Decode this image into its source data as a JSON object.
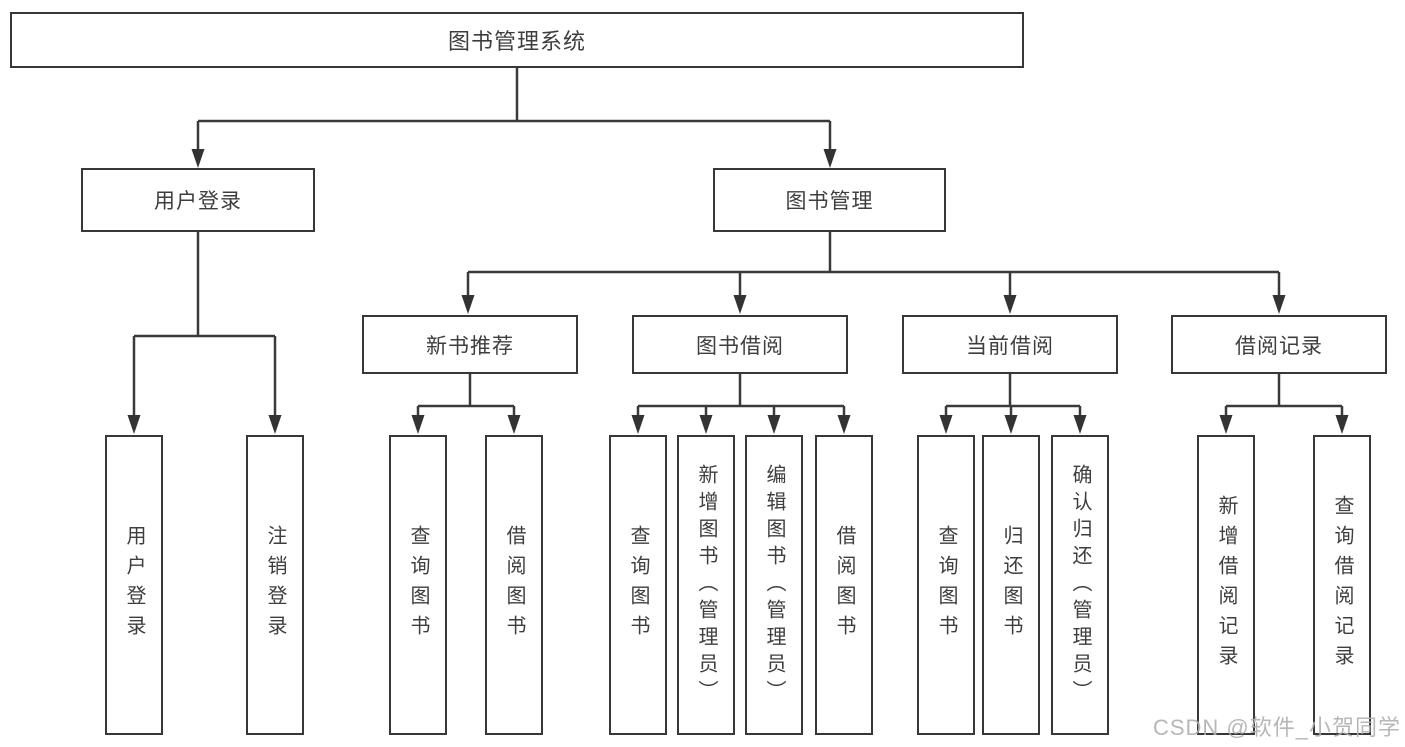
{
  "diagram": {
    "root": {
      "label": "图书管理系统"
    },
    "level2": [
      {
        "label": "用户登录"
      },
      {
        "label": "图书管理"
      }
    ],
    "level3": [
      {
        "label": "新书推荐"
      },
      {
        "label": "图书借阅"
      },
      {
        "label": "当前借阅"
      },
      {
        "label": "借阅记录"
      }
    ],
    "leaves": {
      "user_login": [
        "用户登录",
        "注销登录"
      ],
      "new_books": [
        "查询图书",
        "借阅图书"
      ],
      "book_borrow": [
        "查询图书",
        "新增图书（管理员）",
        "编辑图书（管理员）",
        "借阅图书"
      ],
      "current_borrow": [
        "查询图书",
        "归还图书",
        "确认归还（管理员）"
      ],
      "borrow_records": [
        "新增借阅记录",
        "查询借阅记录"
      ]
    }
  },
  "watermark": {
    "text": "CSDN @软件_小贺同学"
  },
  "colors": {
    "line": "#3a3a3a",
    "border": "#373737",
    "text": "#3e3e3e",
    "watermark": "#b0b0b0",
    "background": "#ffffff"
  }
}
